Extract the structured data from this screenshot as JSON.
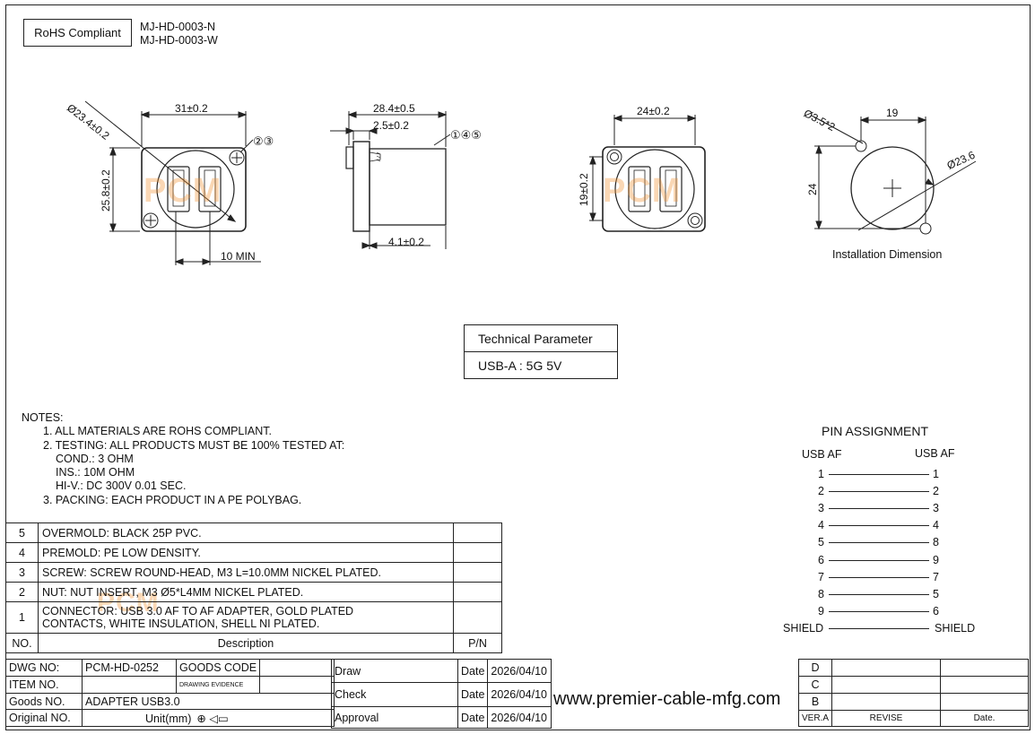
{
  "header": {
    "rohs": "RoHS Compliant",
    "part_numbers": [
      "MJ-HD-0003-N",
      "MJ-HD-0003-W"
    ]
  },
  "dims": {
    "front": {
      "diam": "Ø23.4±0.2",
      "width": "31±0.2",
      "height": "25.8±0.2",
      "min": "10 MIN",
      "callout": "②③"
    },
    "side": {
      "length": "28.4±0.5",
      "flange": "2.5±0.2",
      "depth": "4.1±0.2",
      "callout": "①④⑤"
    },
    "back": {
      "width": "24±0.2",
      "height": "19±0.2"
    },
    "install": {
      "hole": "Ø3.5*2",
      "spacing_x": "19",
      "spacing_y": "24",
      "diam": "Ø23.6",
      "caption": "Installation Dimension"
    },
    "watermark": "PCM"
  },
  "tech": {
    "title": "Technical Parameter",
    "value": "USB-A :  5G 5V"
  },
  "notes": {
    "heading": "NOTES:",
    "lines": [
      "1. ALL MATERIALS ARE ROHS COMPLIANT.",
      "2. TESTING: ALL PRODUCTS MUST BE 100% TESTED AT:",
      "COND.: 3 OHM",
      "INS.: 10M OHM",
      "HI-V.: DC 300V 0.01 SEC.",
      "3. PACKING: EACH PRODUCT IN A PE POLYBAG."
    ]
  },
  "pins": {
    "title": "PIN  ASSIGNMENT",
    "left_header": "USB AF",
    "right_header": "USB AF",
    "left": [
      "1",
      "2",
      "3",
      "4",
      "5",
      "6",
      "7",
      "8",
      "9",
      "SHIELD"
    ],
    "right": [
      "1",
      "2",
      "3",
      "4",
      "8",
      "9",
      "7",
      "5",
      "6",
      "SHIELD"
    ]
  },
  "bom": {
    "rows": [
      {
        "no": "5",
        "desc": "OVERMOLD: BLACK 25P PVC."
      },
      {
        "no": "4",
        "desc": "PREMOLD: PE LOW DENSITY."
      },
      {
        "no": "3",
        "desc": "SCREW: SCREW ROUND-HEAD, M3 L=10.0MM NICKEL PLATED."
      },
      {
        "no": "2",
        "desc": "NUT: NUT INSERT, M3 Ø5*L4MM NICKEL PLATED."
      },
      {
        "no": "1",
        "desc": "CONNECTOR: USB 3.0 AF TO AF ADAPTER, GOLD PLATED",
        "desc2": "CONTACTS, WHITE INSULATION, SHELL NI PLATED."
      }
    ],
    "hdr_no": "NO.",
    "hdr_desc": "Description",
    "hdr_pn": "P/N"
  },
  "title_block": {
    "dwg_no_label": "DWG NO:",
    "dwg_no": "PCM-HD-0252",
    "goods_code_label": "GOODS CODE",
    "item_no_label": "ITEM NO.",
    "drawing_evidence": "DRAWING EVIDENCE",
    "goods_no_label": "Goods NO.",
    "goods_no": "ADAPTER USB3.0",
    "original_no_label": "Original NO.",
    "unit_label": "Unit(mm)",
    "draw": "Draw",
    "check": "Check",
    "approval": "Approval",
    "date_label": "Date",
    "date": "2026/04/10",
    "website": "www.premier-cable-mfg.com",
    "rev": [
      "D",
      "C",
      "B"
    ],
    "ver_label": "VER.A",
    "revise_label": "REVISE",
    "date_col_label": "Date."
  }
}
